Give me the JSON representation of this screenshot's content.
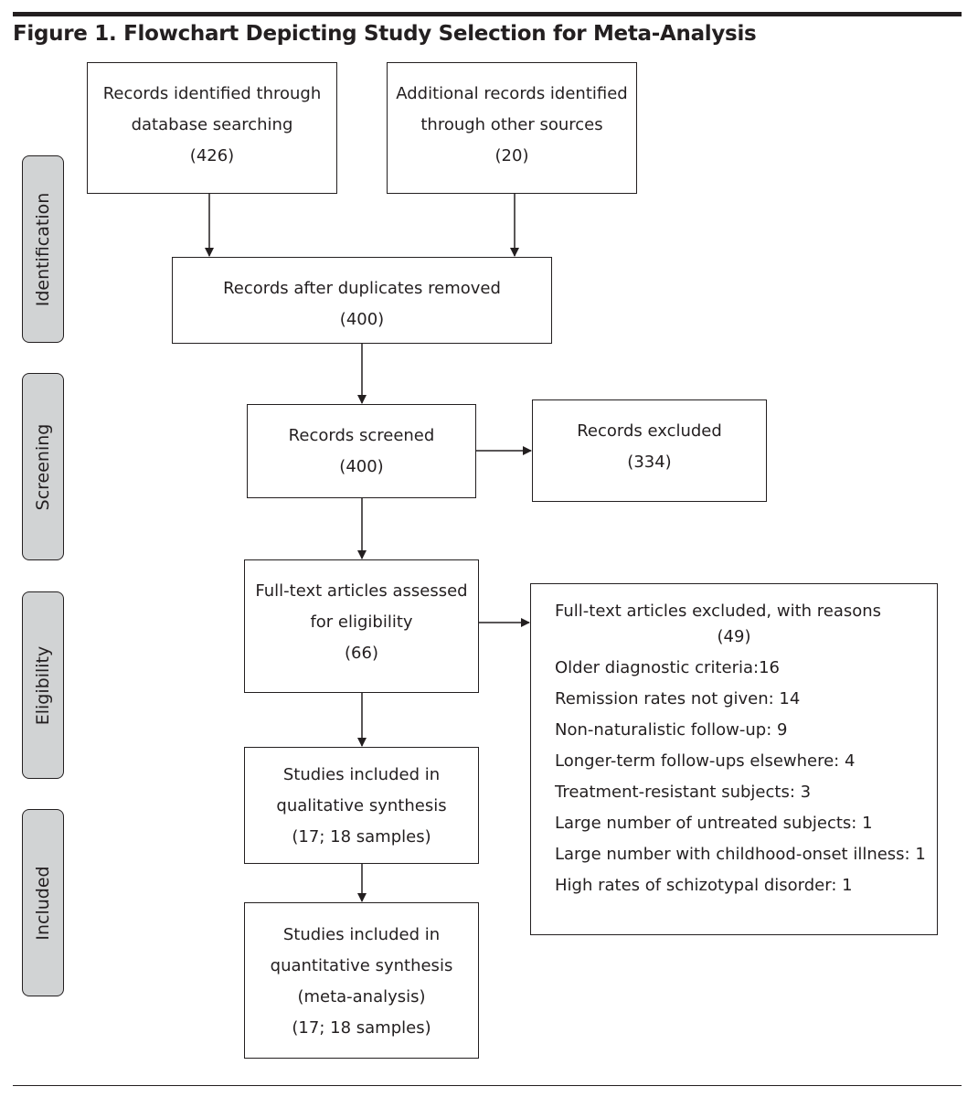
{
  "figure": {
    "title": "Figure 1. Flowchart Depicting Study Selection for Meta-Analysis"
  },
  "phases": {
    "identification": "Identification",
    "screening": "Screening",
    "eligibility": "Eligibility",
    "included": "Included"
  },
  "boxes": {
    "database": {
      "line1": "Records identified through",
      "line2": "database searching",
      "count": "(426)"
    },
    "other_sources": {
      "line1": "Additional records identified",
      "line2": "through other sources",
      "count": "(20)"
    },
    "duplicates_removed": {
      "line1": "Records after duplicates removed",
      "count": "(400)"
    },
    "screened": {
      "line1": "Records screened",
      "count": "(400)"
    },
    "excluded": {
      "line1": "Records excluded",
      "count": "(334)"
    },
    "fulltext_assessed": {
      "line1": "Full-text articles assessed",
      "line2": "for eligibility",
      "count": "(66)"
    },
    "fulltext_excluded": {
      "line1": "Full-text articles excluded, with reasons",
      "count": "(49)",
      "reasons": [
        "Older diagnostic criteria:16",
        "Remission rates not given: 14",
        "Non-naturalistic follow-up: 9",
        "Longer-term follow-ups elsewhere: 4",
        "Treatment-resistant subjects: 3",
        "Large number of untreated subjects: 1",
        "Large number with childhood-onset illness: 1",
        "High rates of schizotypal disorder: 1"
      ]
    },
    "qualitative": {
      "line1": "Studies included in",
      "line2": "qualitative synthesis",
      "count": "(17; 18 samples)"
    },
    "quantitative": {
      "line1": "Studies included in",
      "line2": "quantitative synthesis",
      "line3": "(meta-analysis)",
      "count": "(17; 18 samples)"
    }
  }
}
